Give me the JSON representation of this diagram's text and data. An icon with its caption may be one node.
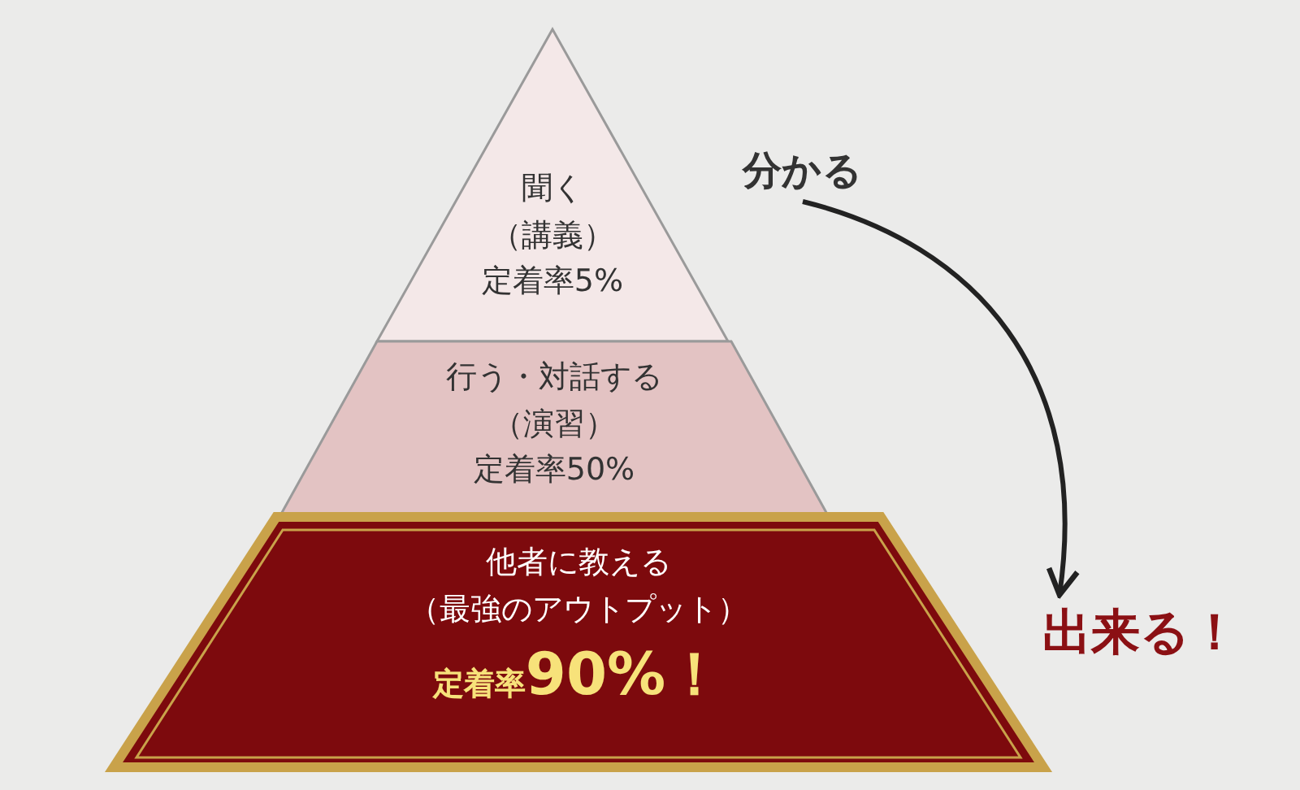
{
  "diagram": {
    "nodes": [
      {
        "text": [
          "聞く",
          "（講義）",
          "定着率5%"
        ]
      },
      {
        "text": [
          "行う・対話する",
          "（演習）",
          "定着率50%"
        ]
      },
      {
        "text": [
          "他者に教える",
          "（最強のアウトプット）",
          "定着率**90%！**"
        ]
      },
      {
        "text": [
          "分かる"
        ]
      },
      {
        "text": [
          "出来る！"
        ]
      }
    ],
    "edges": [
      {
        "from": 3,
        "to": 4,
        "arrow": "to"
      }
    ]
  }
}
